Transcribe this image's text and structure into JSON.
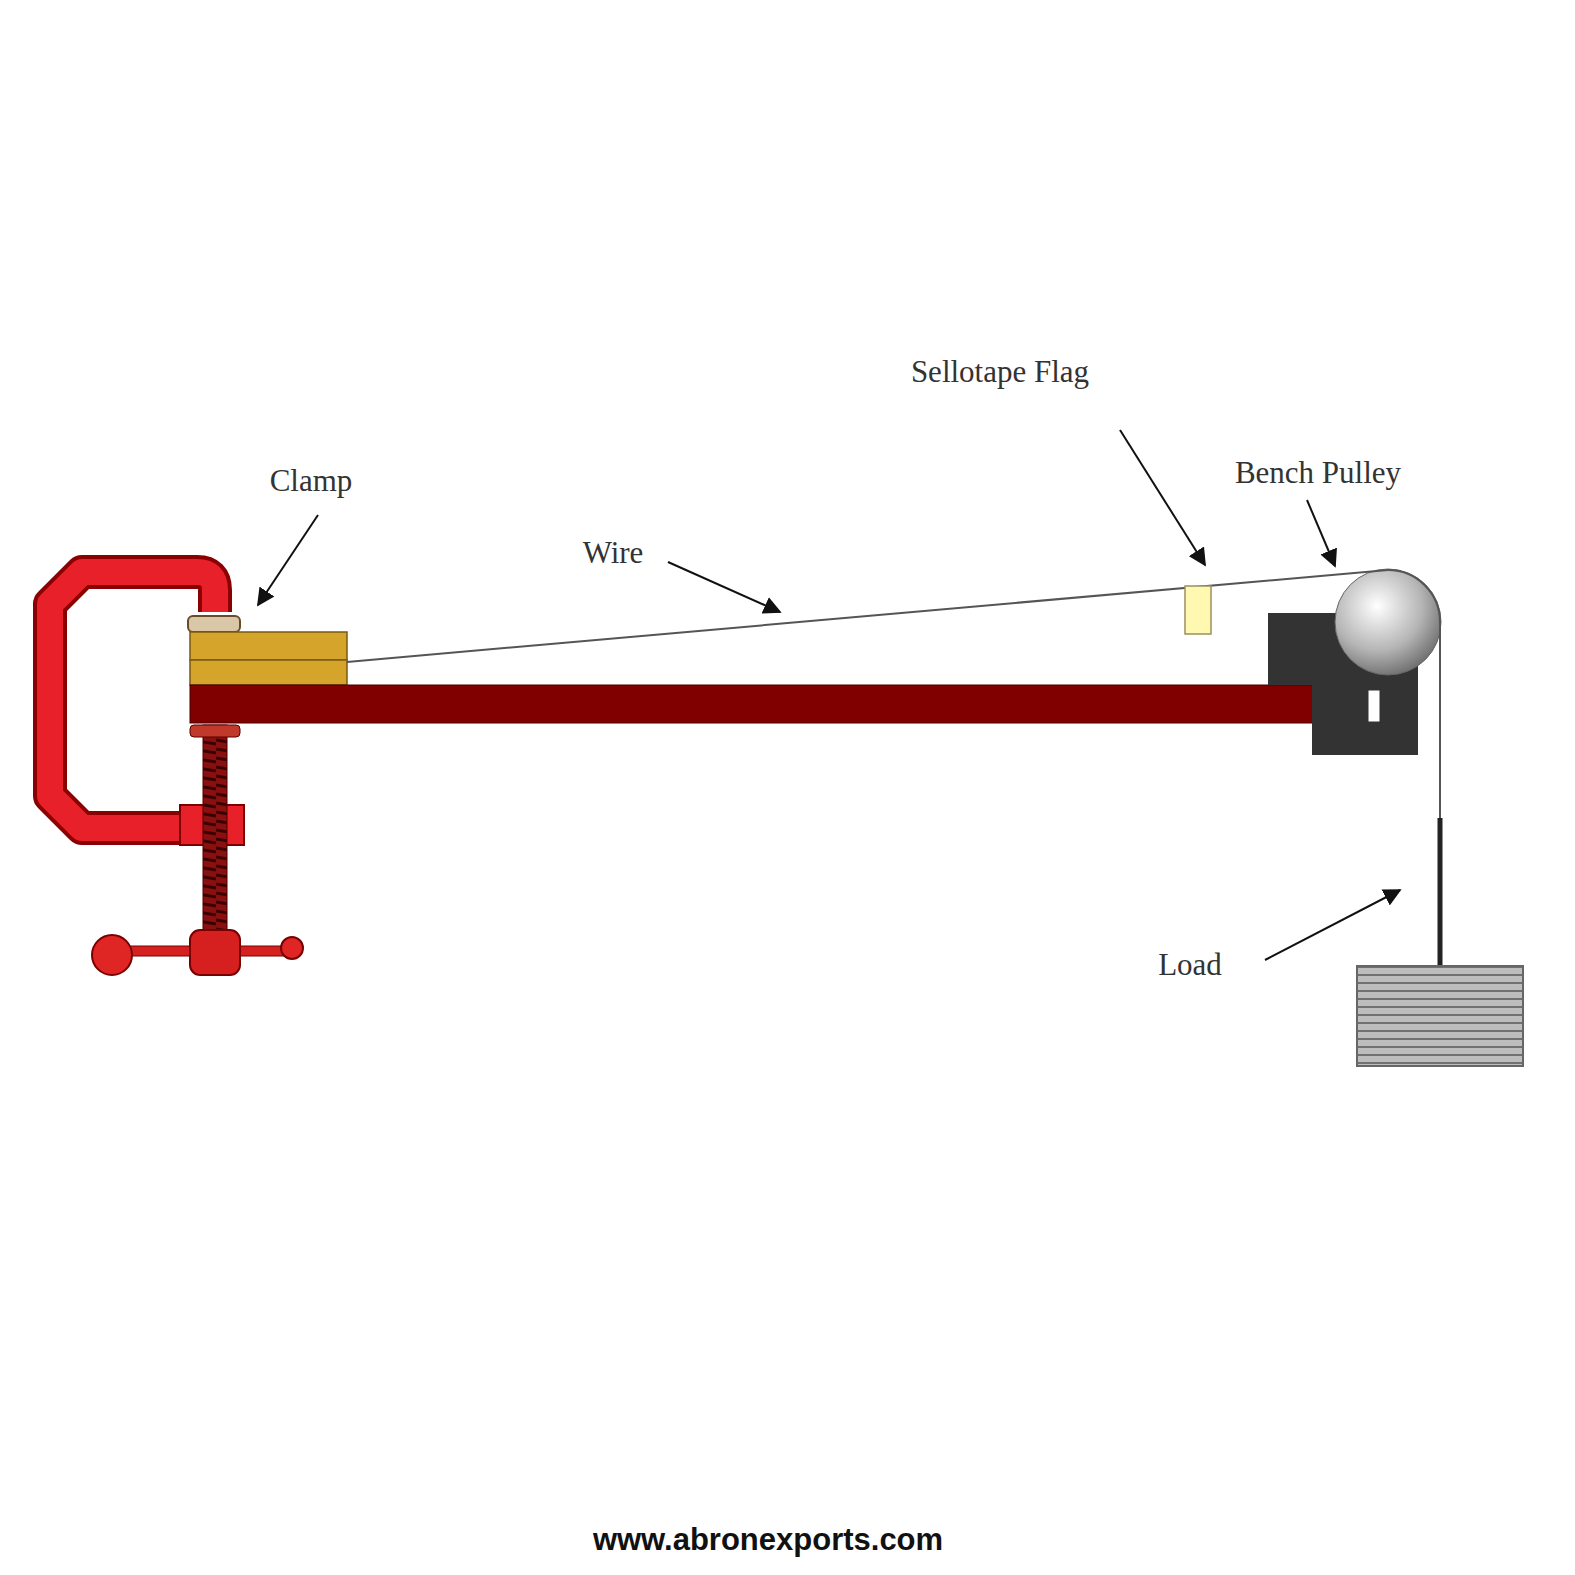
{
  "diagram": {
    "labels": [
      "Clamp",
      "Wire",
      "Sellotape Flag",
      "Bench Pulley",
      "Load",
      "www.abronexports.com"
    ]
  }
}
